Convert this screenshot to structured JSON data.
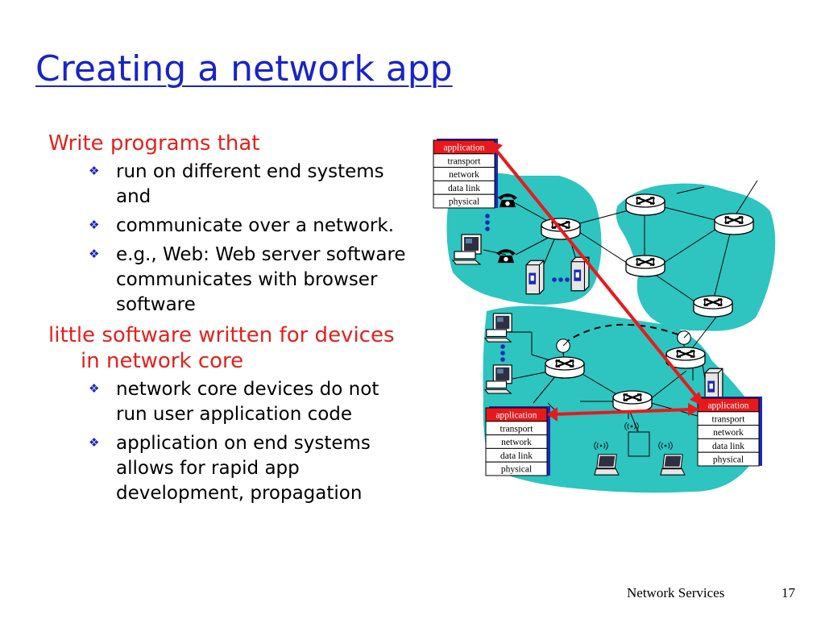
{
  "slide": {
    "title": "Creating a network app",
    "sections": [
      {
        "heading": "Write programs that",
        "bullets": [
          "run on different end systems and",
          "communicate over a network.",
          "e.g., Web: Web server software communicates with browser software"
        ]
      },
      {
        "heading": "little software written for devices in network core",
        "bullets": [
          "network core devices do not run user application code",
          "application on end systems allows for rapid app development, propagation"
        ]
      }
    ]
  },
  "diagram": {
    "stack_layers": [
      "application",
      "transport",
      "network",
      "data link",
      "physical"
    ],
    "colors": {
      "cloud": "#2ec4c0",
      "arrow": "#e8191c",
      "application_layer": "#e8191c",
      "link": "#000000"
    }
  },
  "footer": {
    "label": "Network Services",
    "page_number": "17"
  }
}
